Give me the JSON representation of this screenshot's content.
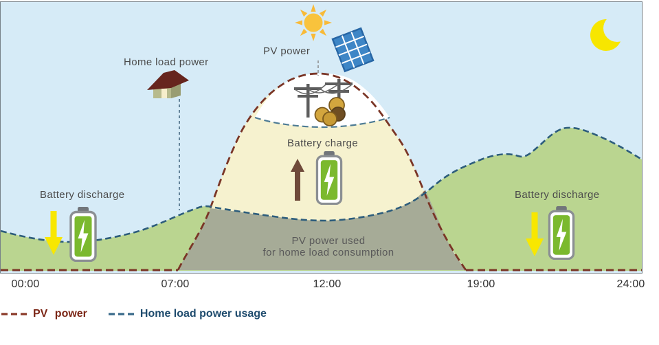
{
  "labels": {
    "pv_power": "PV power",
    "home_load_power": "Home load power",
    "battery_discharge_left": "Battery discharge",
    "battery_charge": "Battery charge",
    "pv_used_line1": "PV power used",
    "pv_used_line2": "for home load consumption",
    "battery_discharge_right": "Battery discharge"
  },
  "axis": {
    "ticks": [
      "00:00",
      "07:00",
      "12:00",
      "19:00",
      "24:00"
    ]
  },
  "legend": {
    "items": [
      {
        "label": "PV power",
        "color": "#7b2616",
        "line_style": "dashed"
      },
      {
        "label": "Home load power usage",
        "color": "#1e4b6d",
        "line_style": "dashed"
      }
    ]
  },
  "icons": {
    "sun": "sun-icon",
    "solar_panel": "solar-panel-icon",
    "moon": "moon-icon",
    "house": "house-icon",
    "power_lines": "power-lines-icon",
    "coins": "coins-icon",
    "battery": "battery-icon",
    "down_arrow": "down-arrow-icon",
    "up_arrow": "up-arrow-icon"
  },
  "colors": {
    "sky": "#d6ebf7",
    "region_battery_discharge": "#bad590",
    "region_battery_charge": "#f6f2cf",
    "region_pv_used": "#a6ab97",
    "region_dome_top": "#ffffff",
    "pv_curve": "#7a3526",
    "home_load_curve": "#2d5d7c",
    "battery_green": "#7bb92e",
    "arrow_yellow": "#f8e701",
    "arrow_maroon": "#6f4a3a",
    "sun_yellow": "#f9c33c",
    "moon_yellow": "#f7e600",
    "panel_blue": "#3e86c6"
  }
}
